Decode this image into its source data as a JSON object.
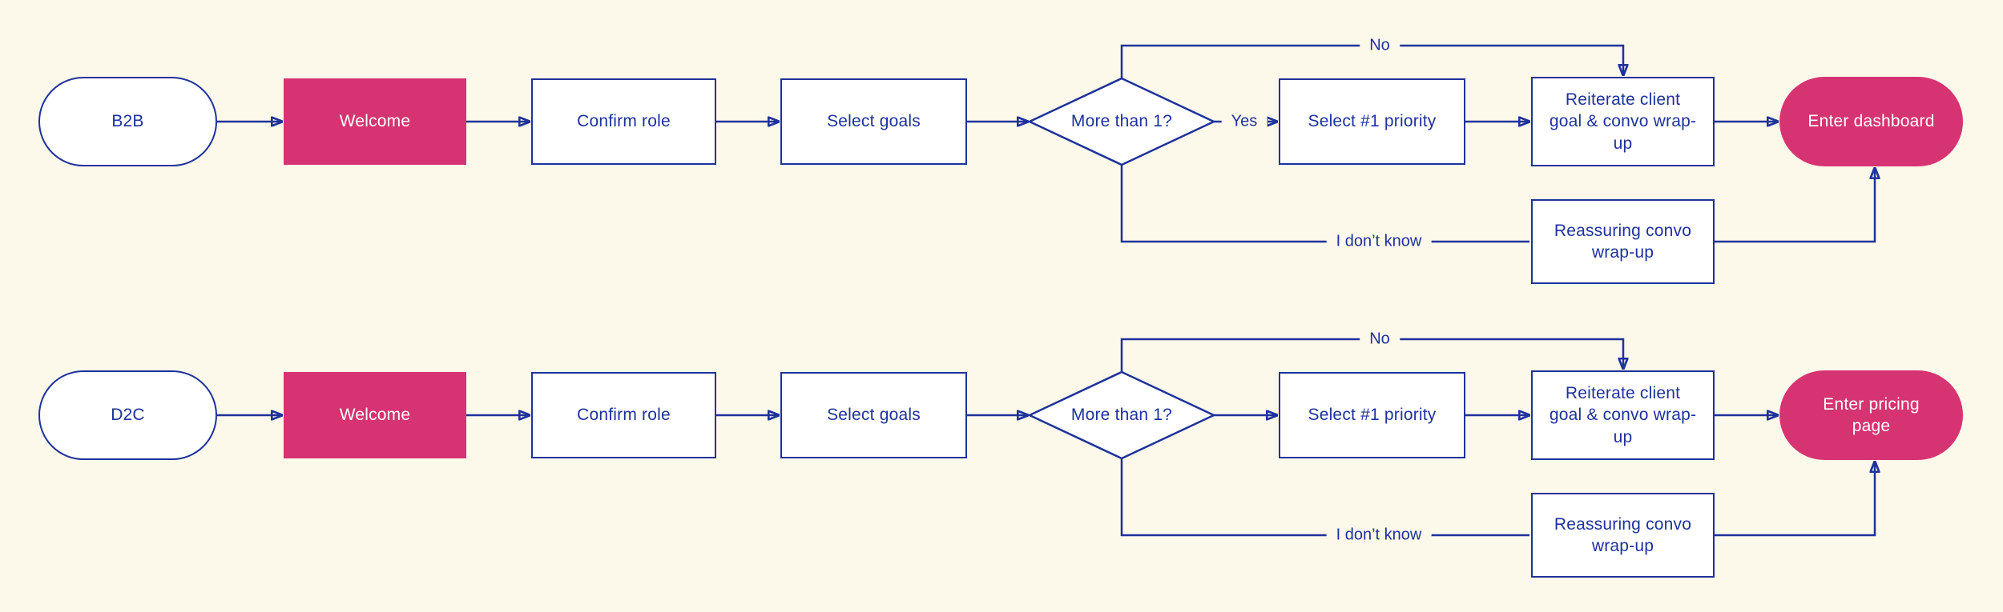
{
  "colors": {
    "background": "#FCF8EA",
    "line_navy": "#1E329B",
    "accent_pink": "#D63372",
    "node_fill": "#FFFFFF",
    "pink_node_text": "#FFFFFF"
  },
  "rows": [
    {
      "start_label": "B2B",
      "welcome_label": "Welcome",
      "confirm_label": "Confirm role",
      "goals_label": "Select goals",
      "decision_label": "More than 1?",
      "yes_label": "Yes",
      "no_label": "No",
      "unknown_label": "I don’t know",
      "priority_label": "Select #1 priority",
      "reiterate_label": "Reiterate client goal & convo wrap-up",
      "reassuring_label": "Reassuring convo wrap-up",
      "end_label": "Enter dashboard"
    },
    {
      "start_label": "D2C",
      "welcome_label": "Welcome",
      "confirm_label": "Confirm role",
      "goals_label": "Select goals",
      "decision_label": "More than 1?",
      "no_label": "No",
      "unknown_label": "I don’t know",
      "priority_label": "Select #1 priority",
      "reiterate_label": "Reiterate client goal & convo wrap-up",
      "reassuring_label": "Reassuring convo wrap-up",
      "end_label": "Enter pricing page"
    }
  ]
}
